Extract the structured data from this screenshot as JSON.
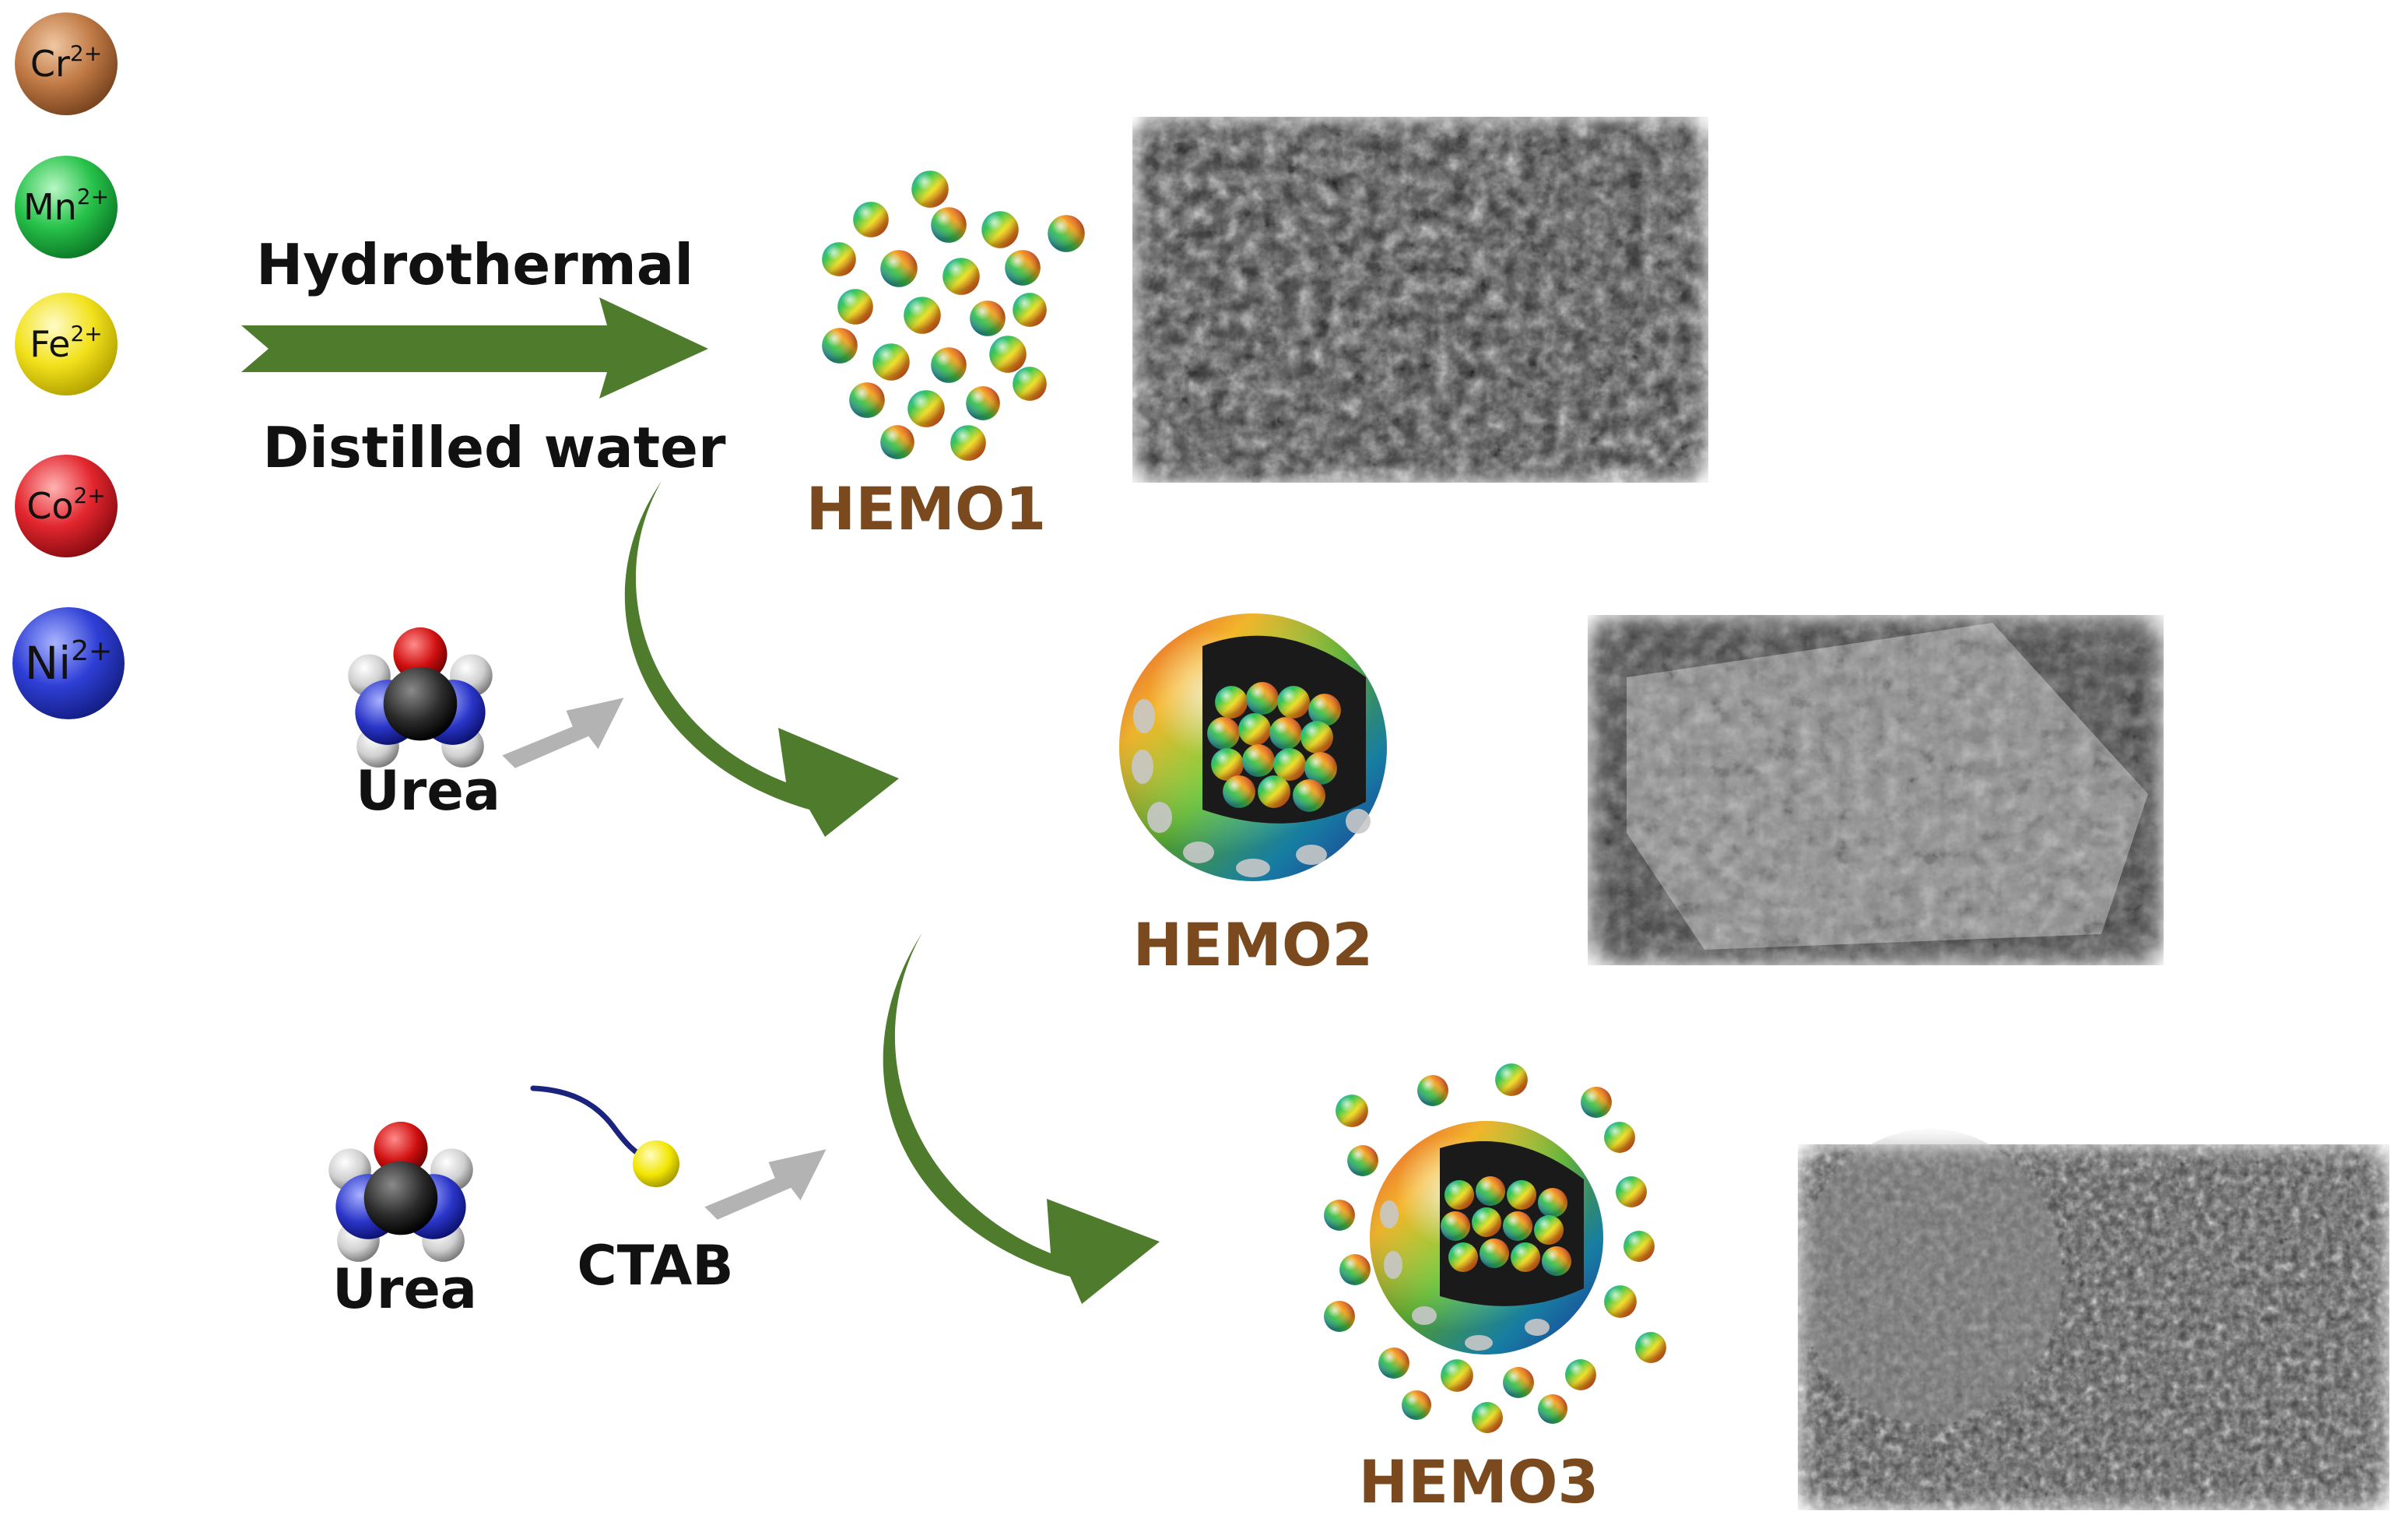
{
  "ions": [
    {
      "symbol": "Cr",
      "charge": "2+",
      "color": "#c07a45"
    },
    {
      "symbol": "Mn",
      "charge": "2+",
      "color": "#27c24a"
    },
    {
      "symbol": "Fe",
      "charge": "2+",
      "color": "#f2e21c"
    },
    {
      "symbol": "Co",
      "charge": "2+",
      "color": "#e2262e"
    },
    {
      "symbol": "Ni",
      "charge": "2+",
      "color": "#2f3fd6"
    }
  ],
  "steps": {
    "hydrothermal": "Hydrothermal",
    "solvent": "Distilled water"
  },
  "products": [
    {
      "label": "HEMO1"
    },
    {
      "label": "HEMO2"
    },
    {
      "label": "HEMO3"
    }
  ],
  "reagents": {
    "urea_1": "Urea",
    "urea_2": "Urea",
    "ctab": "CTAB"
  },
  "colors": {
    "arrow_green": "#4f7b2c",
    "gray_arrow": "#b3b3b3",
    "product_brown": "#7a4a1e"
  },
  "icons": {
    "urea_molecule": "urea-molecule-icon",
    "ctab_surfactant": "ctab-surfactant-icon"
  }
}
